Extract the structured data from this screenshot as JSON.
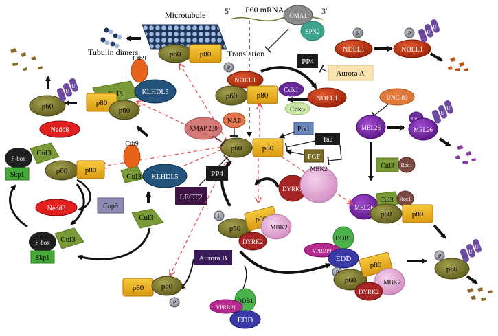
{
  "labels": {
    "mrna": "P60 mRNA",
    "five_prime": "5′",
    "three_prime": "3′",
    "microtubule": "Microtubule",
    "tubulin_dimers": "Tubulin dimers",
    "translation": "Translation"
  },
  "proteins": {
    "p60": "p60",
    "p80": "p80",
    "ndel1": "NDEL1",
    "cdk1": "Cdk1",
    "cdk5": "Cdk5",
    "pp4": "PP4",
    "aurora_a": "Aurora A",
    "aurora_b": "Aurora B",
    "unc89": "UNC-89",
    "cul2": "Cul2",
    "mel26": "MEL26",
    "cul3": "Cul3",
    "roc1": "Roc1",
    "ctb9": "Ctb9",
    "klhdl5": "KLHDL5",
    "nedd8": "Nedd8",
    "fbox": "F-box",
    "skp1": "Skp1",
    "cop9": "Cop9",
    "xmap230": "XMAP 230",
    "nap": "NAP",
    "plx1": "Plx1",
    "tau": "Tau",
    "fgf": "FGF",
    "lect2": "LECT2",
    "dyrk2": "DYRK2",
    "mbk2": "MBK2",
    "oma1": "OMA1",
    "spn2": "SPN2",
    "ddb1": "DDB1",
    "vprbp1": "VPRBP1",
    "edd": "EDD",
    "p": "P",
    "u": "U"
  },
  "colors": {
    "p60": "#7d7a2c",
    "p80": "#e8a817",
    "ndel1": "#c4300c",
    "cdk1": "#6a2a9b",
    "cdk5": "#c9e6a4",
    "mel26": "#7c2aa7",
    "cul3": "#7a9a3a",
    "ctb9": "#e8641a",
    "klhdl5": "#23527a",
    "nedd8": "#e11f1f",
    "skp1": "#47a83a",
    "cop9": "#8a8ab2",
    "xmap230": "#d47a78",
    "nap": "#e4744c",
    "plx1": "#6a86bb",
    "dark_box": "#1b1b1b",
    "lect2": "#3e1446",
    "aurora_b": "#3a1a5a",
    "aurora_a": "#f7e2b0",
    "dyrk2": "#a52424",
    "mbk2": "#e7a7d6",
    "ddb1": "#4ab24a",
    "vprbp1": "#b42a8f",
    "edd": "#3a3aa6",
    "ubiquitin": "#6b4aa0",
    "oma1": "#8a8a8a",
    "spn2": "#3fa48f",
    "unc89": "#e07a3a",
    "cul2": "#6a2c9e",
    "roc1": "#7a4a42",
    "debris_brown": "#8a6a2a",
    "debris_orange": "#c2541a",
    "debris_purple": "#8a3aa8",
    "pink_arrow": "#e5474a"
  }
}
